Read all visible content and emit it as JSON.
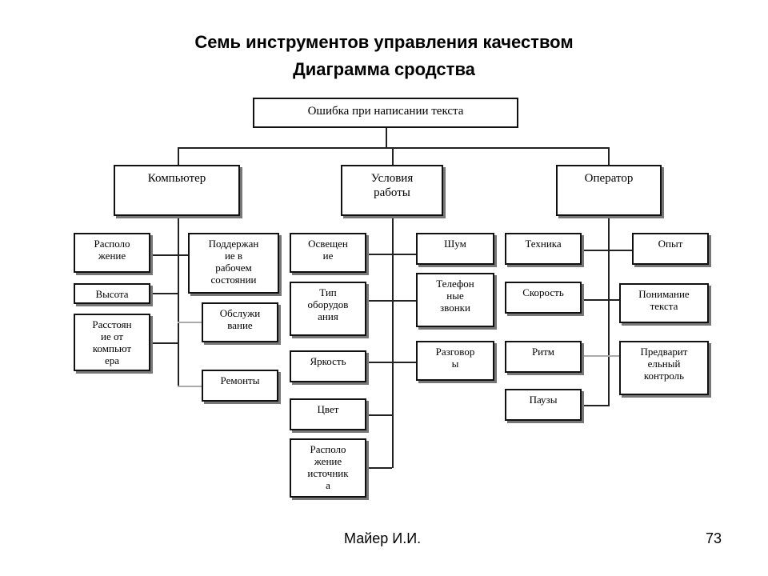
{
  "header": {
    "title_line1": "Семь инструментов управления качеством",
    "title_line2": "Диаграмма сродства"
  },
  "diagram": {
    "root": "Ошибка при написании текста",
    "groups": {
      "computer": {
        "label": "Компьютер",
        "items": [
          "Располо\nжение",
          "Высота",
          "Расстоян\nие от\nкомпьют\nера",
          "Поддержан\nие в\nрабочем\nсостоянии",
          "Обслужи\nвание",
          "Ремонты"
        ]
      },
      "conditions": {
        "label": "Условия\nработы",
        "items": [
          "Освещен\nие",
          "Тип\nоборудов\nания",
          "Яркость",
          "Цвет",
          "Располо\nжение\nисточник\nа",
          "Шум",
          "Телефон\nные\nзвонки",
          "Разговор\nы"
        ]
      },
      "operator": {
        "label": "Оператор",
        "items": [
          "Техника",
          "Скорость",
          "Ритм",
          "Паузы",
          "Опыт",
          "Понимание\nтекста",
          "Предварит\nельный\nконтроль"
        ]
      }
    }
  },
  "footer": {
    "author": "Майер И.И.",
    "page_number": "73"
  }
}
